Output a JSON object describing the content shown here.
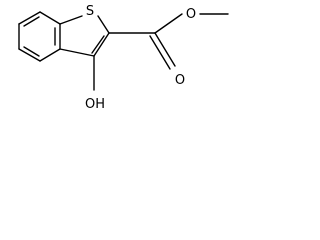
{
  "molecule": {
    "atoms": {
      "sulfur": "S",
      "hydroxyl": "OH",
      "carbonyl_oxygen": "O",
      "ester_oxygen": "O"
    }
  },
  "colors": {
    "bond": "#000000",
    "background": "#ffffff"
  }
}
